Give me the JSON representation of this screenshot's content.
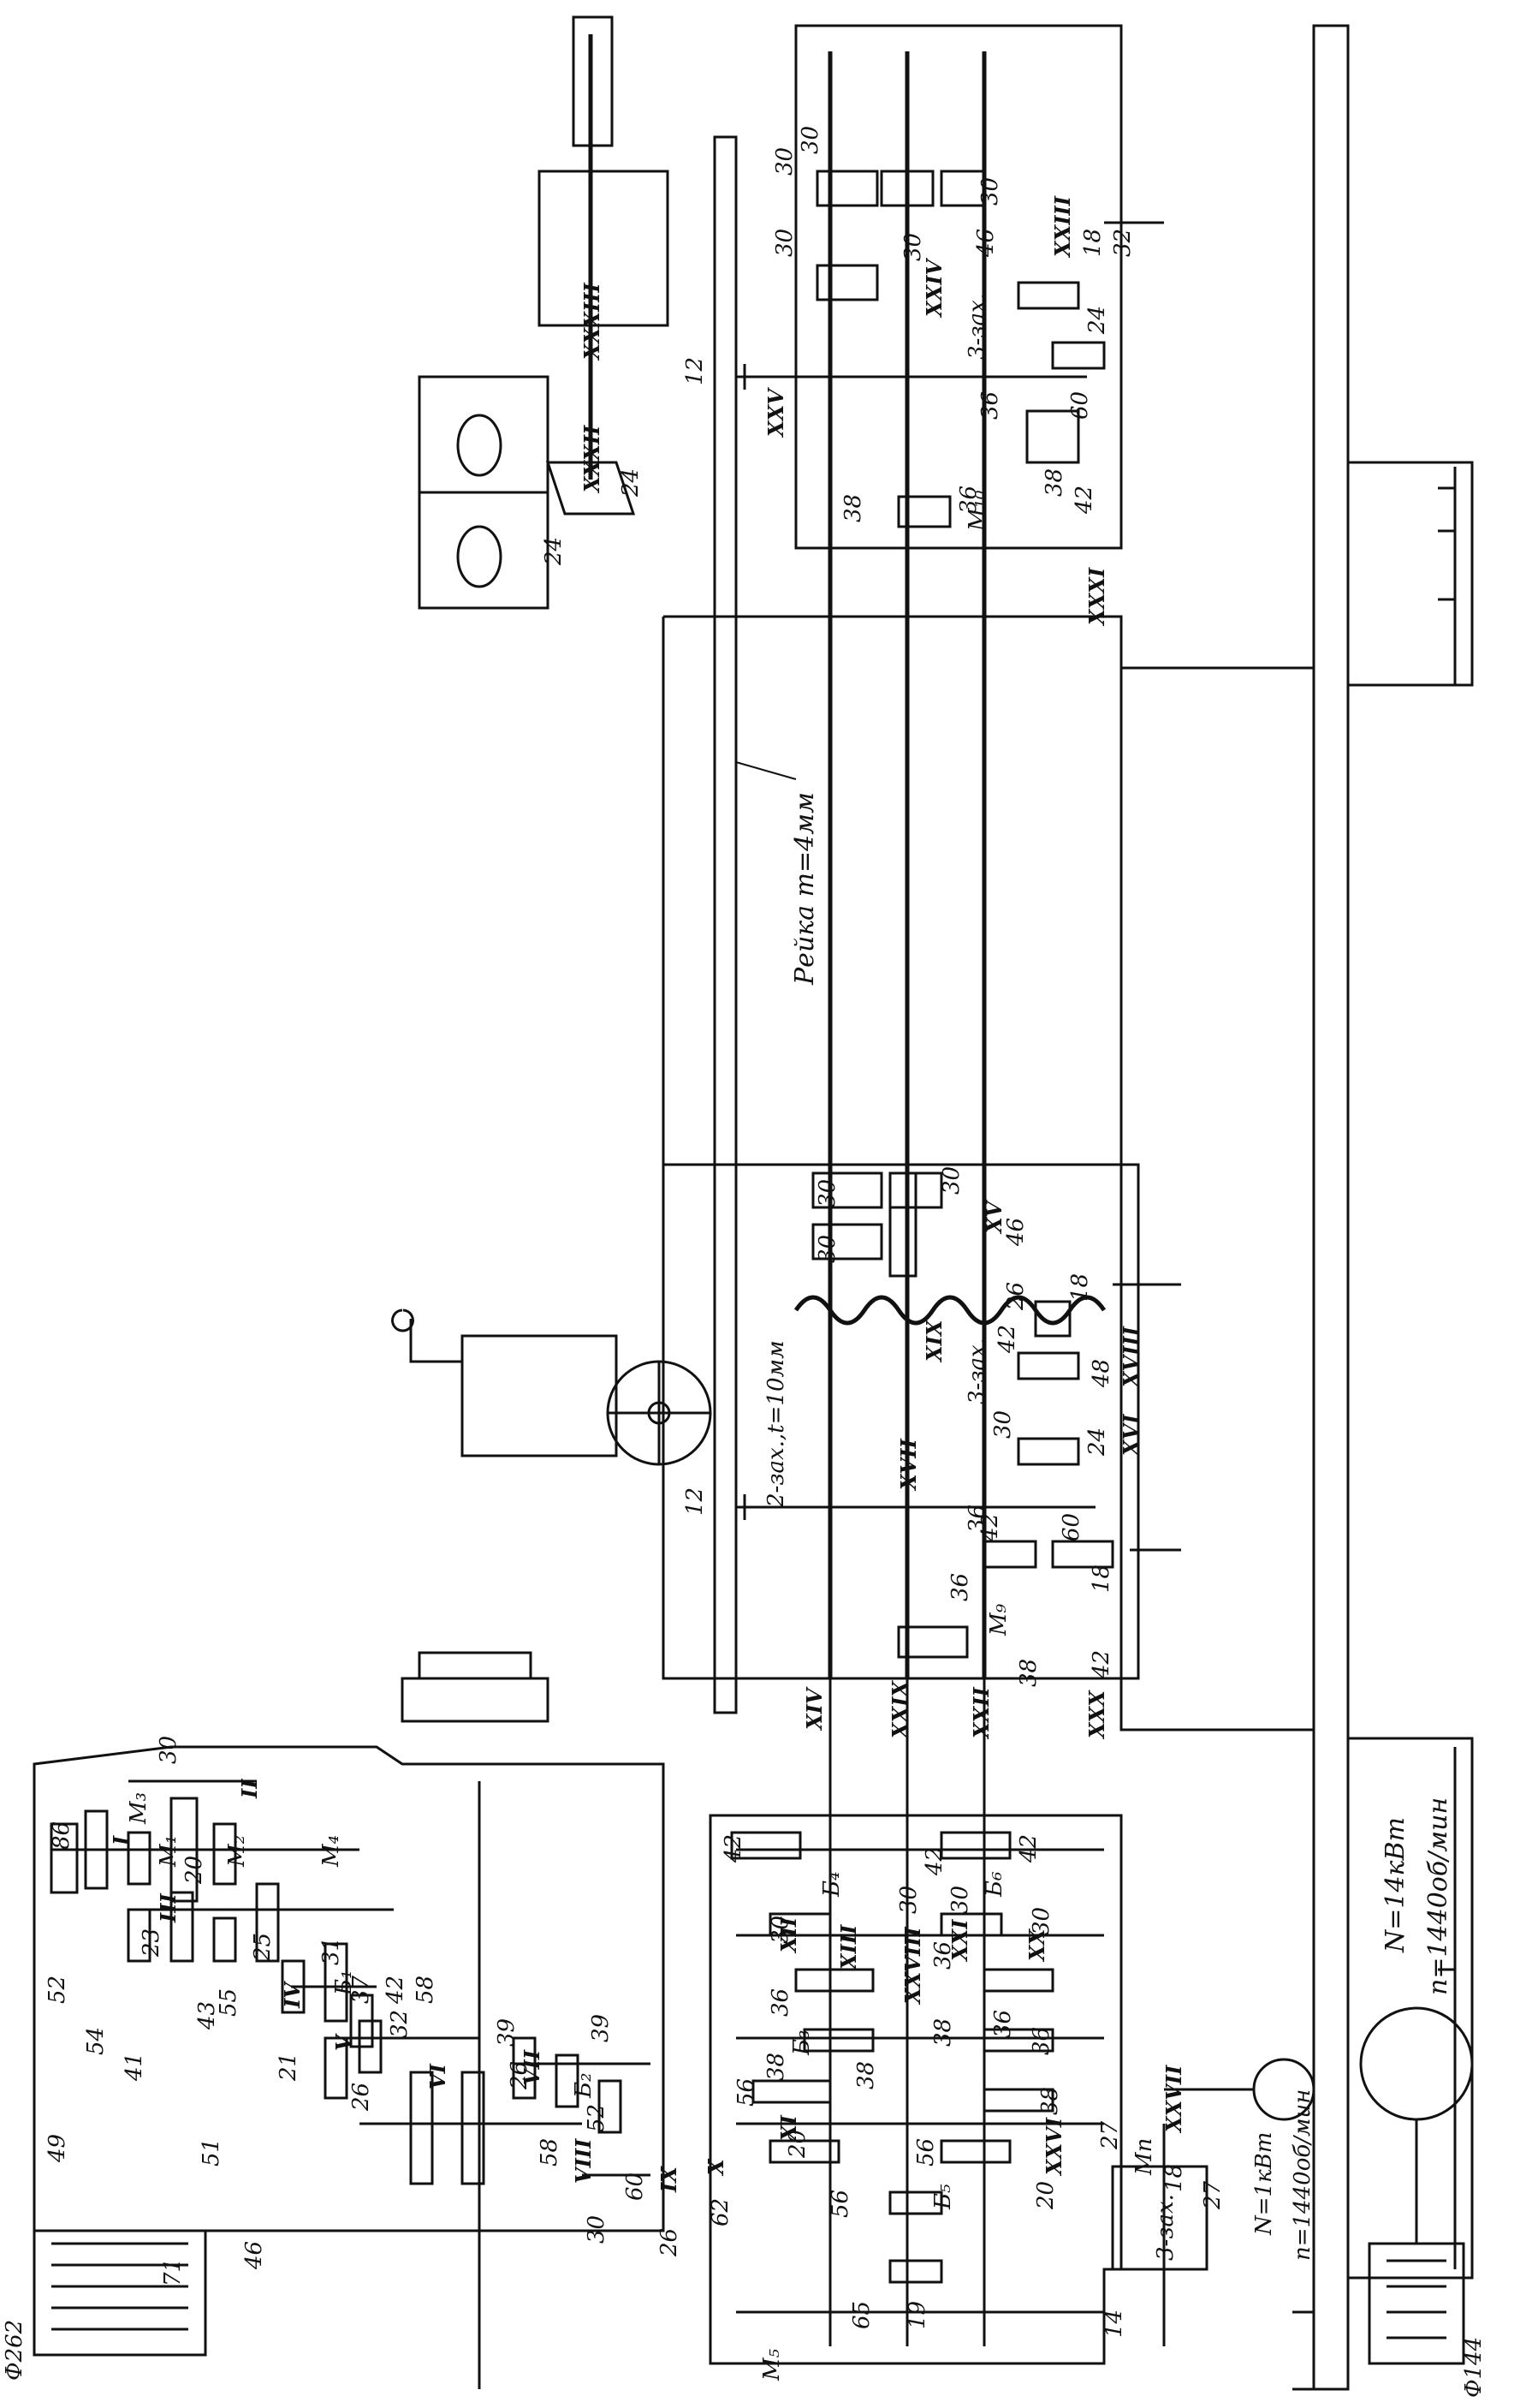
{
  "labels": {
    "rack": "Рейка m=4мм",
    "leadscrew": "2-зах.,t=10мм",
    "three_start_apron": "3-зах.",
    "three_start_right": "3-зах.",
    "three_start_motor": "3-зах.",
    "pulley_left": "Ф262",
    "pulley_right": "Ф144",
    "main_motor_power": "N=14кВт",
    "main_motor_speed": "n=1440об/мин",
    "aux_motor_power": "N=1кВт",
    "aux_motor_speed": "n=1440об/мин"
  },
  "shafts": {
    "I": "I",
    "II": "II",
    "III": "III",
    "IV": "IV",
    "V": "V",
    "VI": "VI",
    "VII": "VII",
    "VIII": "VIII",
    "IX": "IX",
    "X": "X",
    "XI": "XI",
    "XII": "XII",
    "XIII": "XIII",
    "XIV": "XIV",
    "XV": "XV",
    "XVI": "XVI",
    "XVII": "XVII",
    "XVIII": "XVIII",
    "XIX": "XIX",
    "XX": "XX",
    "XXI": "XXI",
    "XXII": "XXII",
    "XXIII": "XXIII",
    "XXIV": "XXIV",
    "XXV": "XXV",
    "XXVI": "XXVI",
    "XXVII": "XXVII",
    "XXVIII": "XXVIII",
    "XXIX": "XXIX",
    "XXX": "XXX",
    "XXXI": "XXXI",
    "XXXII": "XXXII",
    "XXXIII": "XXXIII"
  },
  "clutches": {
    "M1": "M₁",
    "M2": "M₂",
    "M3": "M₃",
    "M4": "M₄",
    "M5": "M₅",
    "M9": "M₉",
    "M10": "M₁₀",
    "Mp": "Mп",
    "B1": "Б₁",
    "B2": "Б₂",
    "B3": "Б₃",
    "B4": "Б₄",
    "B5": "Б₅",
    "B6": "Б₆"
  },
  "teeth": {
    "hs": [
      "49",
      "41",
      "51",
      "52",
      "54",
      "43",
      "23",
      "86",
      "20",
      "55",
      "30",
      "71",
      "46",
      "25",
      "31",
      "21",
      "26",
      "37",
      "42",
      "32",
      "58",
      "39",
      "26",
      "39",
      "52",
      "58"
    ],
    "fb": [
      "42",
      "30",
      "36",
      "38",
      "56",
      "20",
      "56",
      "38",
      "30",
      "42",
      "36",
      "38",
      "56",
      "20",
      "30",
      "36",
      "42",
      "30",
      "36",
      "38",
      "30",
      "60",
      "26",
      "62",
      "65",
      "19",
      "14",
      "27",
      "18",
      "27"
    ],
    "ap": [
      "30",
      "30",
      "30",
      "46",
      "26",
      "18",
      "42",
      "48",
      "24",
      "30",
      "36",
      "42",
      "60",
      "18",
      "36",
      "38",
      "42"
    ],
    "rt": [
      "30",
      "30",
      "30",
      "30",
      "46",
      "18",
      "32",
      "30",
      "24",
      "60",
      "36",
      "38",
      "42",
      "36",
      "38",
      "24",
      "24"
    ],
    "rack_pinion_left": "12",
    "rack_pinion_right": "12"
  }
}
